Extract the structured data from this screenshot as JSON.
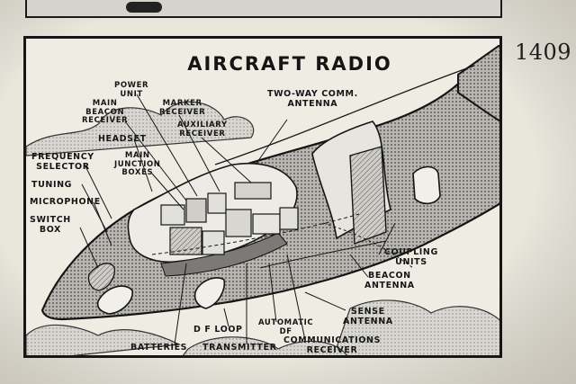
{
  "page_number": "1409",
  "diagram": {
    "title": "AIRCRAFT RADIO",
    "labels": {
      "power_unit": [
        "POWER",
        "UNIT"
      ],
      "main_beacon_receiver": [
        "MAIN",
        "BEACON",
        "RECEIVER"
      ],
      "marker_receiver": [
        "MARKER",
        "RECEIVER"
      ],
      "auxiliary_receiver": [
        "AUXILIARY",
        "RECEIVER"
      ],
      "two_way_antenna": [
        "TWO-WAY COMM.",
        "ANTENNA"
      ],
      "headset": [
        "HEADSET"
      ],
      "main_junction_boxes": [
        "MAIN",
        "JUNCTION",
        "BOXES"
      ],
      "frequency_selector": [
        "FREQUENCY",
        "SELECTOR"
      ],
      "tuning": [
        "TUNING"
      ],
      "microphone": [
        "MICROPHONE"
      ],
      "switch_box": [
        "SWITCH",
        "BOX"
      ],
      "coupling_units": [
        "COUPLING",
        "UNITS"
      ],
      "beacon_antenna": [
        "BEACON",
        "ANTENNA"
      ],
      "sense_antenna": [
        "SENSE",
        "ANTENNA"
      ],
      "df_loop": [
        "D F LOOP"
      ],
      "automatic_df": [
        "AUTOMATIC",
        "DF"
      ],
      "communications_receiver": [
        "COMMUNICATIONS",
        "RECEIVER"
      ],
      "batteries": [
        "BATTERIES"
      ],
      "transmitter": [
        "TRANSMITTER"
      ]
    }
  }
}
